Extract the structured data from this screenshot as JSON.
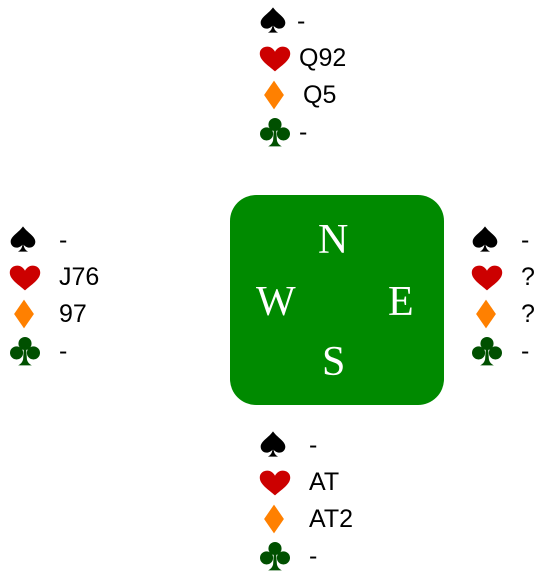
{
  "colors": {
    "table": "#008a00",
    "spade": "#000000",
    "heart": "#cc0000",
    "diamond": "#ff8000",
    "club": "#005000"
  },
  "table": {
    "north": "N",
    "west": "W",
    "east": "E",
    "south": "S"
  },
  "hands": {
    "north": {
      "spades": "-",
      "hearts": "Q92",
      "diamonds": "Q5",
      "clubs": "-"
    },
    "west": {
      "spades": "-",
      "hearts": "J76",
      "diamonds": "97",
      "clubs": "-"
    },
    "east": {
      "spades": "-",
      "hearts": "?",
      "diamonds": "?",
      "clubs": "-"
    },
    "south": {
      "spades": "-",
      "hearts": "AT",
      "diamonds": "AT2",
      "clubs": "-"
    }
  }
}
